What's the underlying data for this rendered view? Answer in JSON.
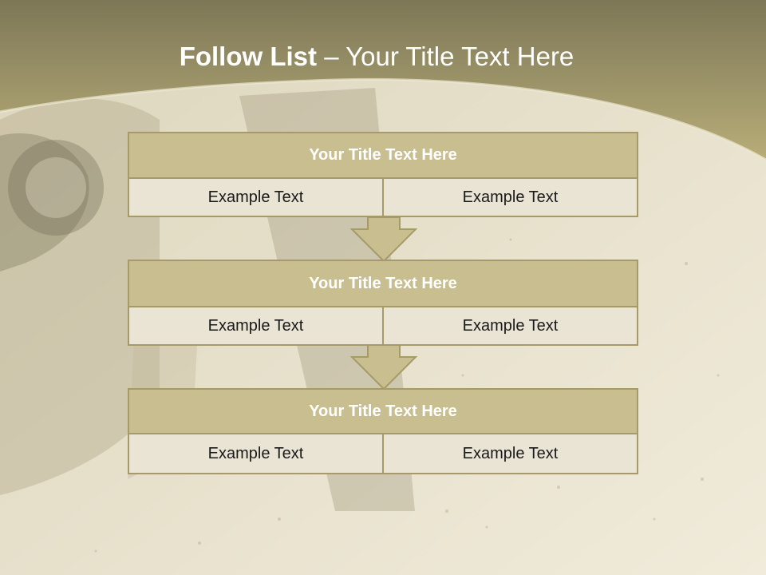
{
  "slide": {
    "title_bold": "Follow List",
    "title_rest": "– Your Title Text Here"
  },
  "colors": {
    "banner": "#b5ab78",
    "box_border": "#a59a68",
    "box_title_fill": "#c8be90",
    "box_cell_fill": "#e9e4d4",
    "background": "#ece6d2"
  },
  "boxes": [
    {
      "title": "Your Title Text Here",
      "left": "Example Text",
      "right": "Example Text"
    },
    {
      "title": "Your Title Text Here",
      "left": "Example Text",
      "right": "Example Text"
    },
    {
      "title": "Your Title Text Here",
      "left": "Example Text",
      "right": "Example Text"
    }
  ],
  "arrows": [
    {
      "name": "down-arrow-icon"
    },
    {
      "name": "down-arrow-icon"
    }
  ]
}
